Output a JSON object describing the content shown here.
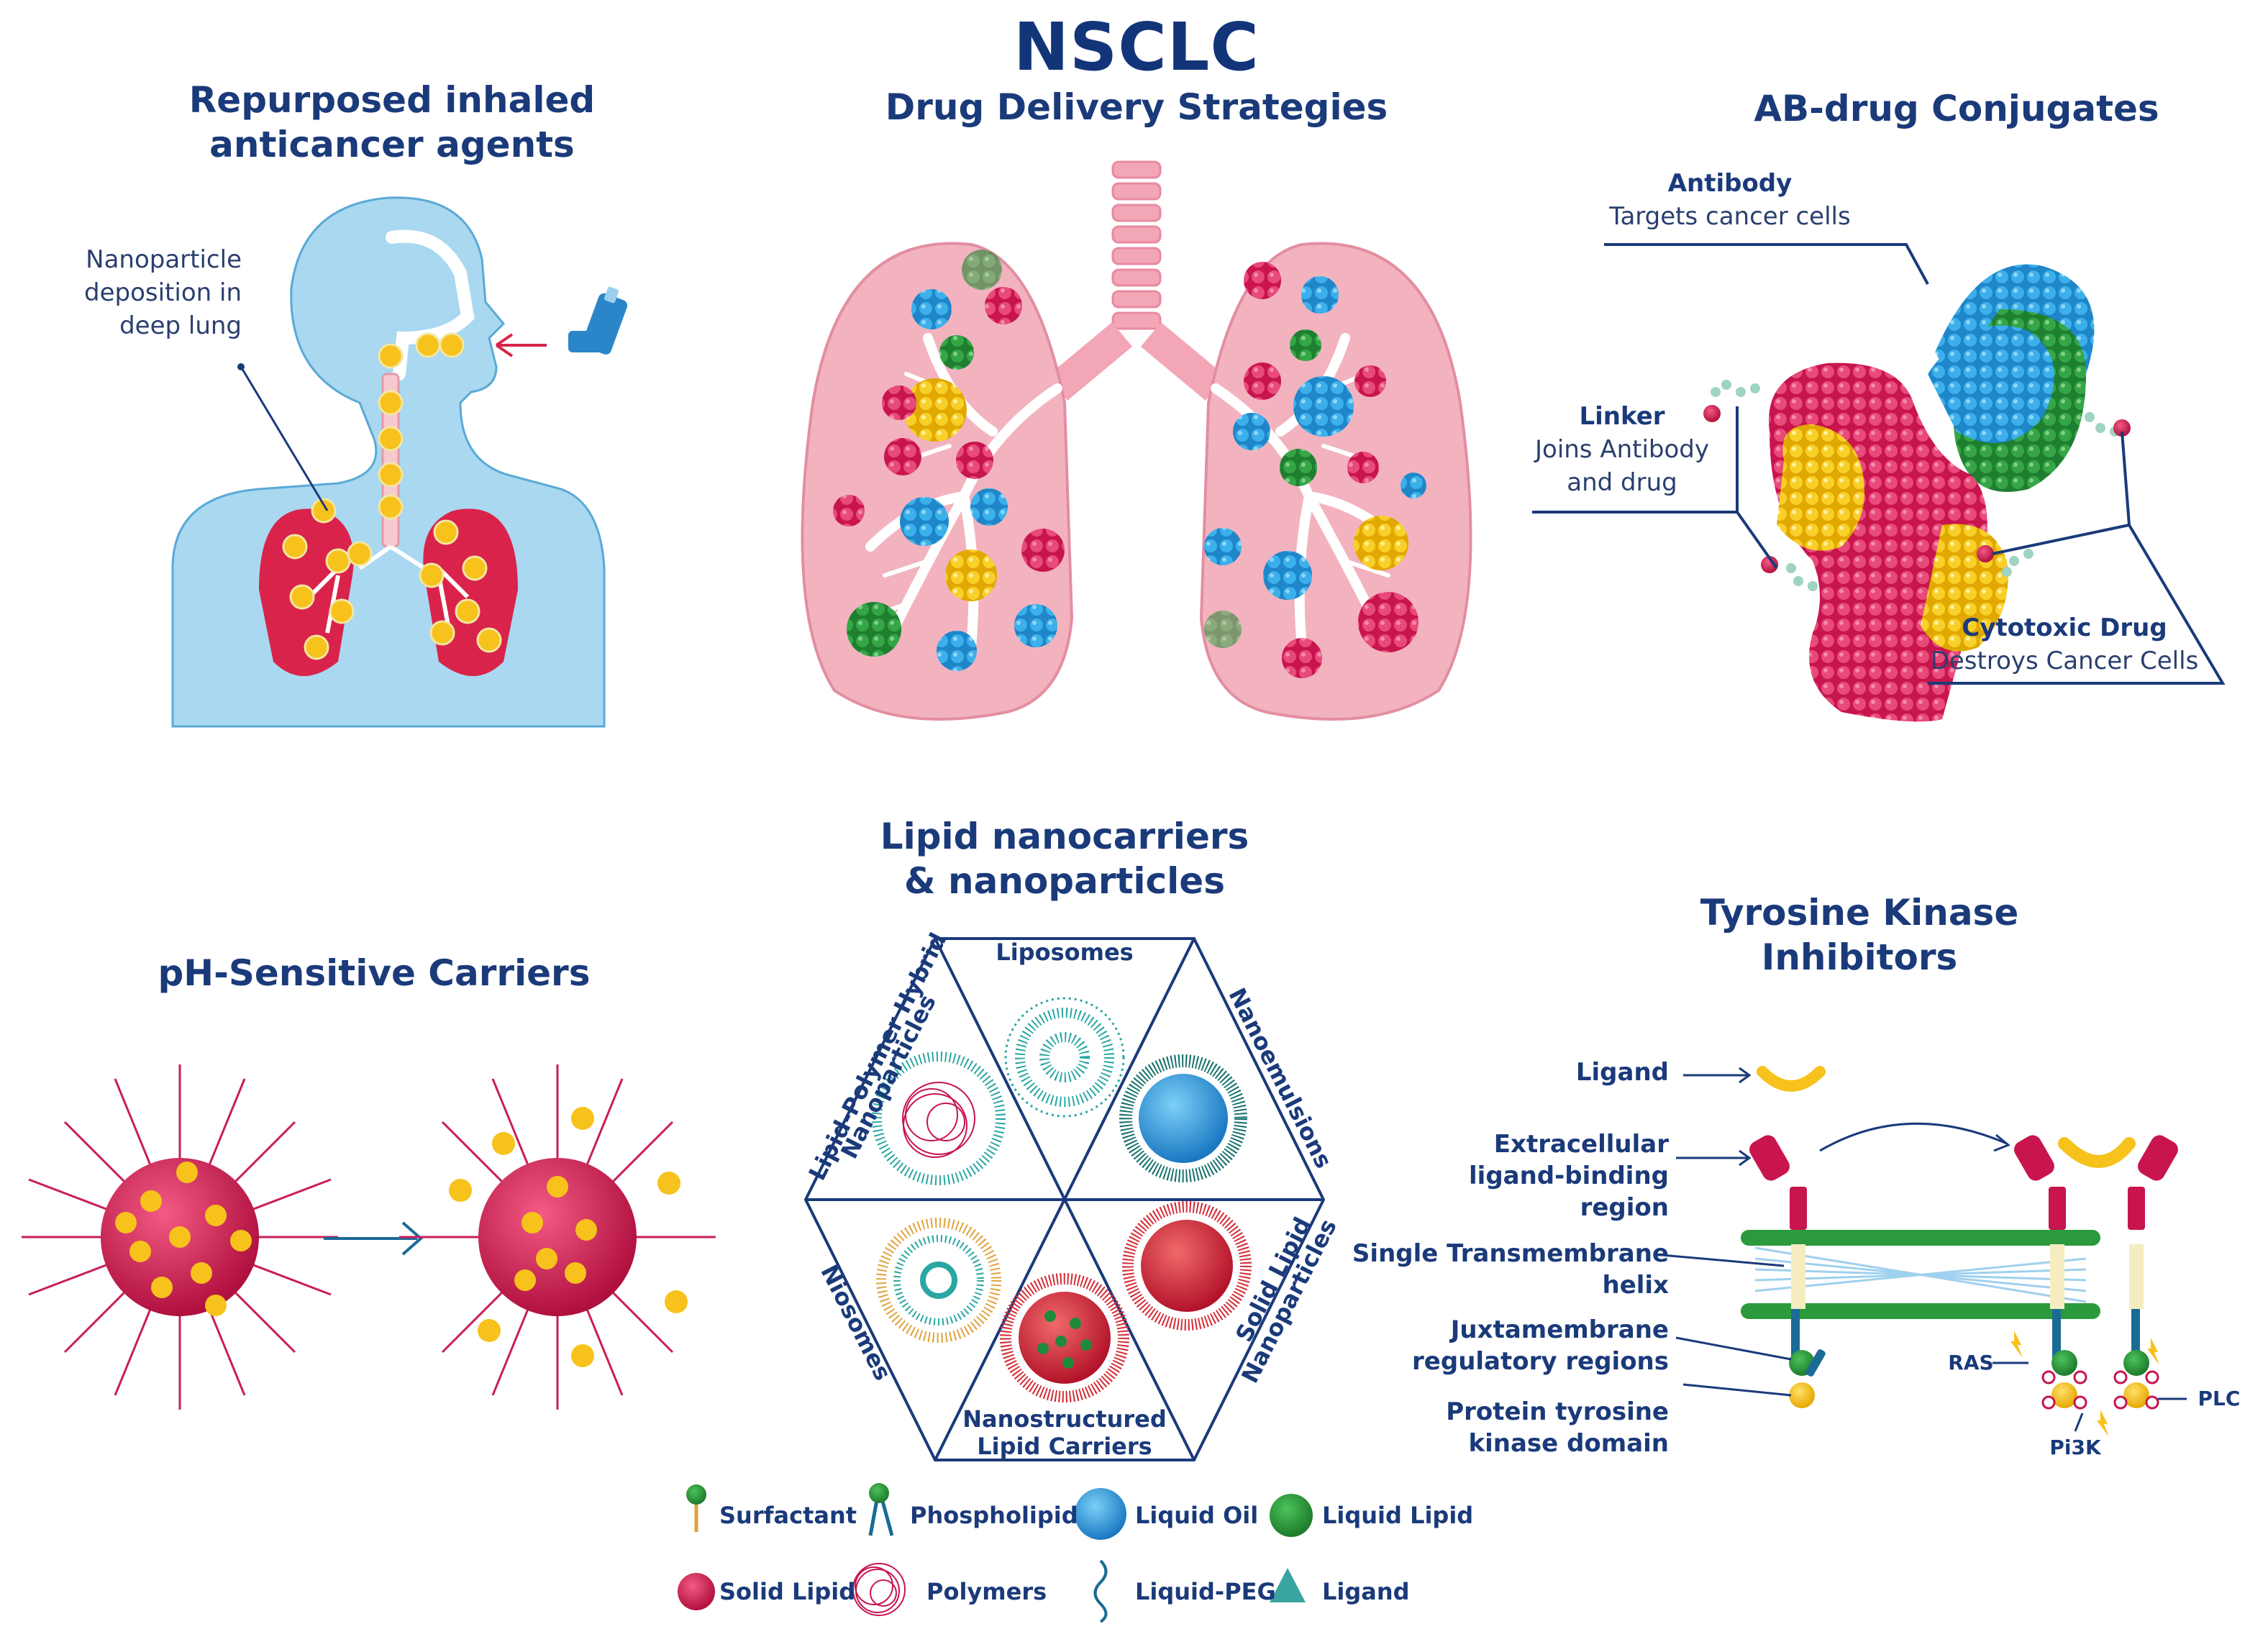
{
  "header": {
    "title": "NSCLC",
    "subtitle": "Drug Delivery Strategies"
  },
  "inhaled": {
    "title_line1": "Repurposed inhaled",
    "title_line2": "anticancer agents",
    "note_line1": "Nanoparticle",
    "note_line2": "deposition in",
    "note_line3": "deep lung"
  },
  "adc": {
    "title": "AB-drug Conjugates",
    "antibody_title": "Antibody",
    "antibody_desc": "Targets cancer cells",
    "linker_title": "Linker",
    "linker_desc1": "Joins Antibody",
    "linker_desc2": "and drug",
    "drug_title": "Cytotoxic Drug",
    "drug_desc": "Destroys Cancer Cells"
  },
  "ph": {
    "title": "pH-Sensitive Carriers"
  },
  "lipid": {
    "title_line1": "Lipid nanocarriers",
    "title_line2": "& nanoparticles",
    "liposomes": "Liposomes",
    "nanoemulsions": "Nanoemulsions",
    "hybrid_line1": "Lipid-Polymer Hybrid",
    "hybrid_line2": "Nanoparticles",
    "niosomes": "Niosomes",
    "slnp_line1": "Solid Lipid",
    "slnp_line2": "Nanoparticles",
    "nlc_line1": "Nanostructured",
    "nlc_line2": "Lipid Carriers"
  },
  "legend": {
    "surfactant": "Surfactant",
    "phospholipid": "Phospholipid",
    "liquid_oil": "Liquid Oil",
    "liquid_lipid": "Liquid Lipid",
    "solid_lipid": "Solid Lipid",
    "polymers": "Polymers",
    "liquid_peg": "Liquid-PEG",
    "ligand": "Ligand"
  },
  "tki": {
    "title_line1": "Tyrosine Kinase",
    "title_line2": "Inhibitors",
    "ligand": "Ligand",
    "extra_line1": "Extracellular",
    "extra_line2": "ligand-binding",
    "extra_line3": "region",
    "tm_line1": "Single Transmembrane",
    "tm_line2": "helix",
    "juxta_line1": "Juxtamembrane",
    "juxta_line2": "regulatory regions",
    "kinase_line1": "Protein tyrosine",
    "kinase_line2": "kinase domain",
    "ras": "RAS",
    "plc": "PLC",
    "pi3k": "Pi3K"
  },
  "colors": {
    "navy": "#1a3a7a",
    "skin": "#a9d8f0",
    "lung_pink": "#f2a7b3",
    "lung_red": "#d9234b",
    "yellow": "#f7c21c",
    "blue": "#2b9bd8",
    "green": "#2a9a3c",
    "crimson": "#c81e5a",
    "teal": "#3aa5a0"
  }
}
